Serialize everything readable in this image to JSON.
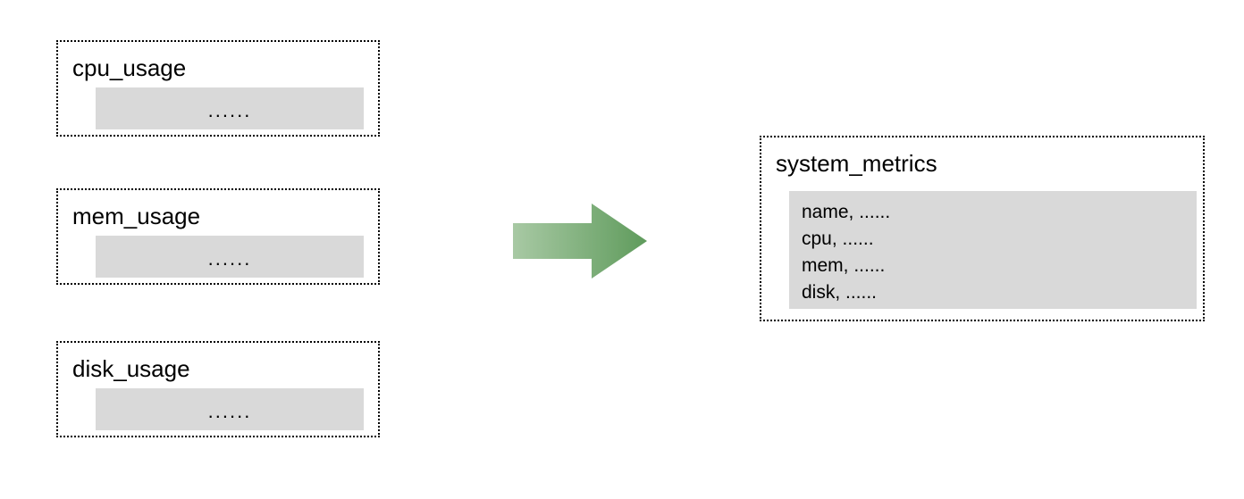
{
  "diagram": {
    "sources": [
      {
        "title": "cpu_usage",
        "body": "......"
      },
      {
        "title": "mem_usage",
        "body": "......"
      },
      {
        "title": "disk_usage",
        "body": "......"
      }
    ],
    "arrow": {
      "name": "transform-arrow",
      "direction": "right",
      "gradient_from": "#a8c9a4",
      "gradient_to": "#5f9b5c"
    },
    "target": {
      "title": "system_metrics",
      "fields": [
        "name, ......",
        "cpu, ......",
        "mem, ......",
        "disk, ......"
      ]
    }
  },
  "colors": {
    "body_fill": "#d9d9d9",
    "border": "#000000",
    "background": "#ffffff"
  }
}
